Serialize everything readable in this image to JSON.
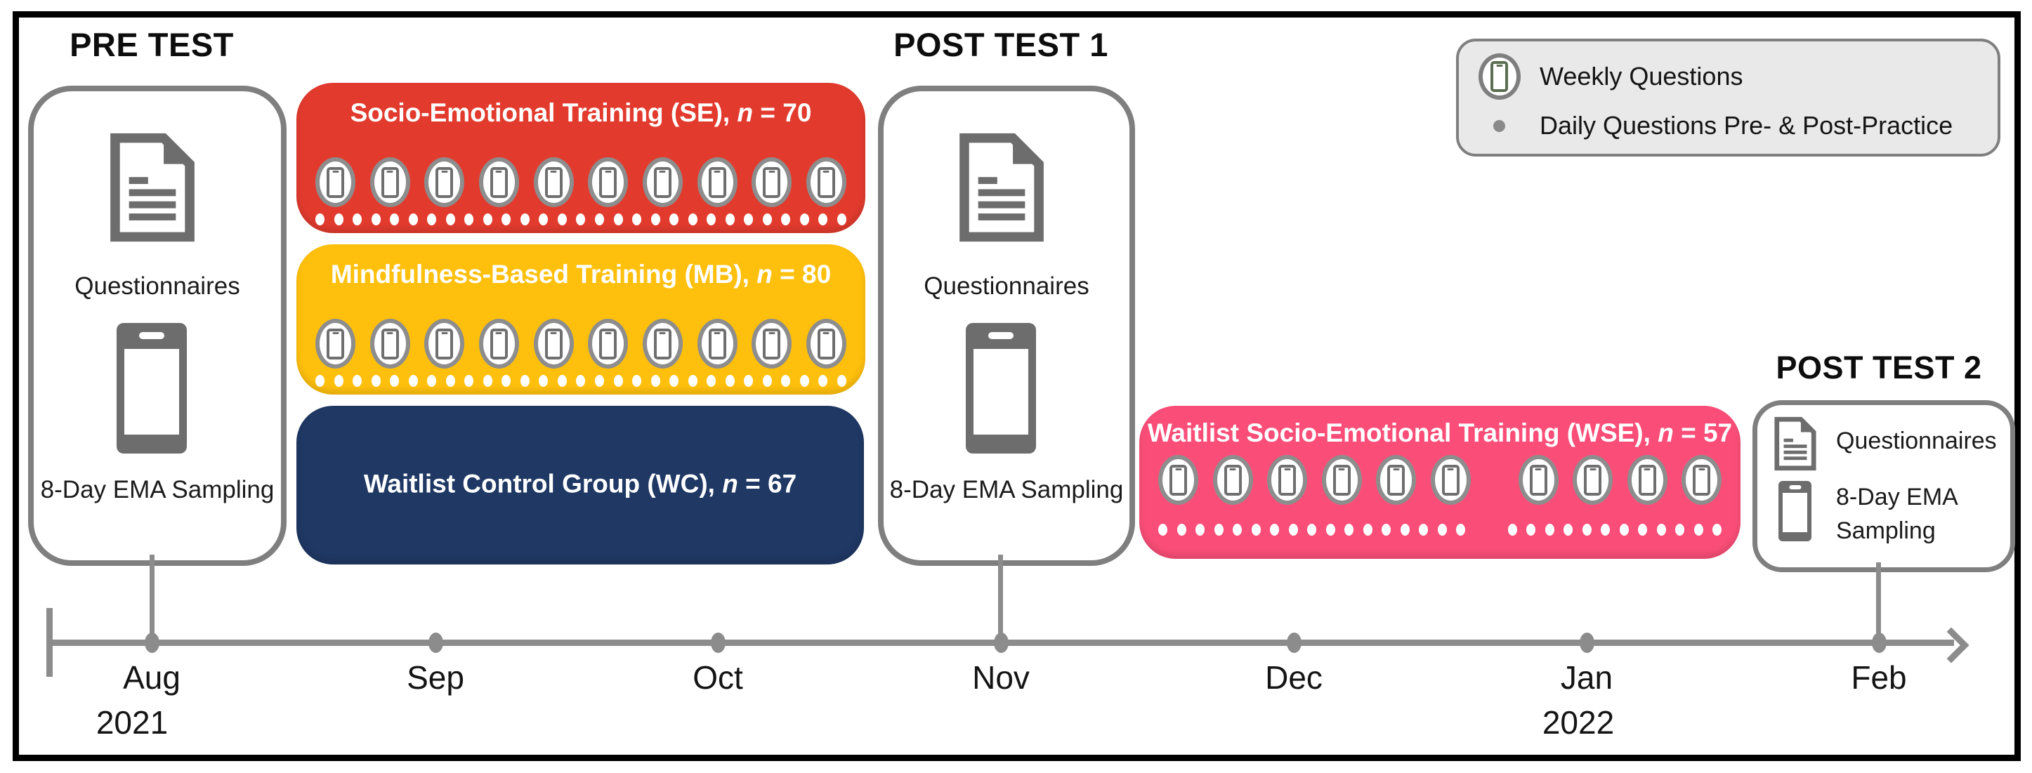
{
  "pre_test": {
    "title": "PRE TEST",
    "questionnaires_label": "Questionnaires",
    "ema_label": "8-Day EMA Sampling"
  },
  "post_test_1": {
    "title": "POST TEST 1",
    "questionnaires_label": "Questionnaires",
    "ema_label": "8-Day EMA Sampling"
  },
  "post_test_2": {
    "title": "POST TEST 2",
    "questionnaires_label": "Questionnaires",
    "ema_label_line1": "8-Day EMA",
    "ema_label_line2": "Sampling"
  },
  "groups": [
    {
      "id": "se",
      "title_prefix": "Socio-Emotional Training (SE), ",
      "n_symbol": "n",
      "n_suffix": " = 70",
      "color": "#e23b2e",
      "weekly_groups": [
        10
      ],
      "daily_groups": [
        29
      ]
    },
    {
      "id": "mb",
      "title_prefix": "Mindfulness-Based Training (MB), ",
      "n_symbol": "n",
      "n_suffix": " = 80",
      "color": "#ffc00d",
      "weekly_groups": [
        10
      ],
      "daily_groups": [
        29
      ]
    },
    {
      "id": "wc",
      "title_prefix": "Waitlist Control Group (WC), ",
      "n_symbol": "n",
      "n_suffix": " = 67",
      "color": "#1f3864",
      "weekly_groups": [],
      "daily_groups": []
    },
    {
      "id": "wse",
      "title_prefix": "Waitlist Socio-Emotional Training (WSE), ",
      "n_symbol": "n",
      "n_suffix": " = 57",
      "color": "#fa4e78",
      "weekly_groups": [
        6,
        4
      ],
      "daily_groups": [
        17,
        12
      ]
    }
  ],
  "legend": {
    "weekly_label": "Weekly Questions",
    "daily_label": "Daily Questions Pre- & Post-Practice"
  },
  "timeline": {
    "months": [
      "Aug",
      "Sep",
      "Oct",
      "Nov",
      "Dec",
      "Jan",
      "Feb"
    ],
    "year_start": "2021",
    "year_end": "2022"
  },
  "colors": {
    "se_red": "#e23b2e",
    "mb_yellow": "#ffc00d",
    "wc_navy": "#1f3864",
    "wse_pink": "#fa4e78",
    "line_gray": "#8c8c8c",
    "border_gray": "#7f7f7f"
  }
}
